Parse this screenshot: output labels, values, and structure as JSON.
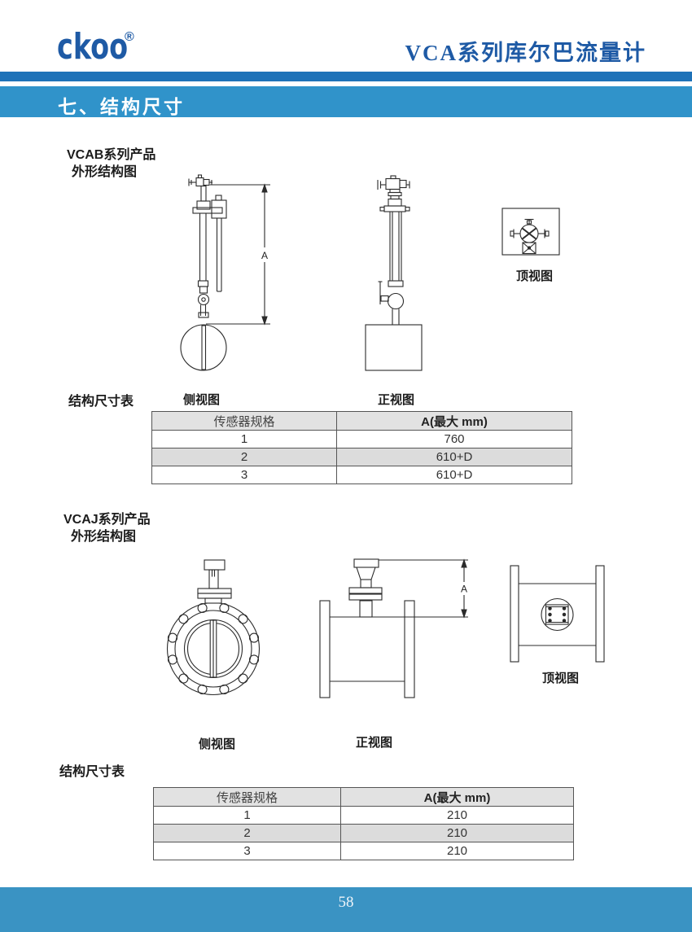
{
  "header": {
    "logo": "ckoo",
    "registered_mark": "®",
    "title": "VCA系列库尔巴流量计"
  },
  "section_title": "七、结构尺寸",
  "vcab": {
    "series_label_line1": "VCAB系列产品",
    "series_label_line2": "外形结构图",
    "dim_label": "A",
    "labels": {
      "side": "侧视图",
      "front": "正视图",
      "top": "顶视图",
      "table": "结构尺寸表"
    },
    "table": {
      "headers": [
        "传感器规格",
        "A(最大 mm)"
      ],
      "rows": [
        [
          "1",
          "760"
        ],
        [
          "2",
          "610+D"
        ],
        [
          "3",
          "610+D"
        ]
      ]
    }
  },
  "vcaj": {
    "series_label_line1": "VCAJ系列产品",
    "series_label_line2": "外形结构图",
    "dim_label": "A",
    "labels": {
      "side": "侧视图",
      "front": "正视图",
      "top": "顶视图",
      "table": "结构尺寸表"
    },
    "table": {
      "headers": [
        "传感器规格",
        "A(最大 mm)"
      ],
      "rows": [
        [
          "1",
          "210"
        ],
        [
          "2",
          "210"
        ],
        [
          "3",
          "210"
        ]
      ]
    }
  },
  "footer": {
    "page_number": "58"
  },
  "colors": {
    "brand_blue": "#1e5aa5",
    "thin_bar": "#1e72b8",
    "section_bar": "#3093ca",
    "footer_bar": "#3a93c3",
    "table_header_bg": "#e2e2e2",
    "table_alt_bg": "#dcdcdc"
  }
}
